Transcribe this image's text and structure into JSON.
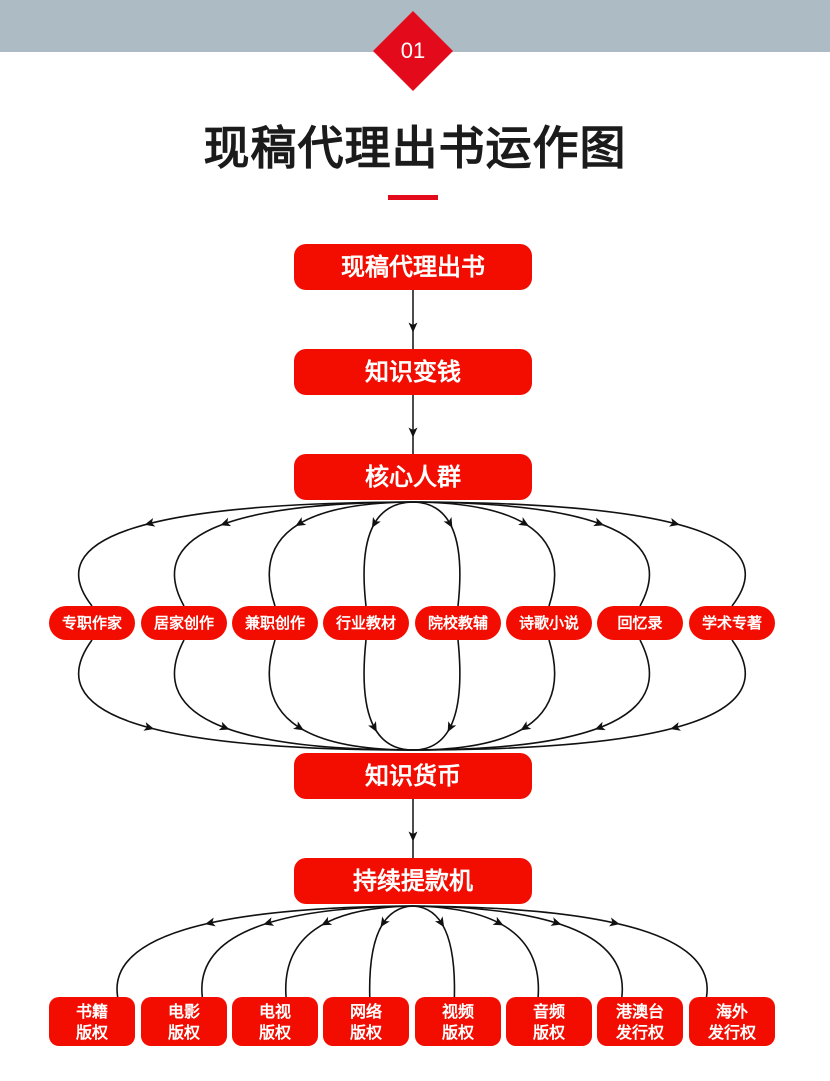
{
  "badge": {
    "number": "01",
    "color": "#e30b1b"
  },
  "title": "现稿代理出书运作图",
  "flow": {
    "step1": "现稿代理出书",
    "step2": "知识变钱",
    "step3": "核心人群",
    "step4": "知识货币",
    "step5": "持续提款机"
  },
  "audience": [
    "专职作家",
    "居家创作",
    "兼职创作",
    "行业教材",
    "院校教辅",
    "诗歌小说",
    "回忆录",
    "学术专著"
  ],
  "rights": [
    {
      "line1": "书籍",
      "line2": "版权"
    },
    {
      "line1": "电影",
      "line2": "版权"
    },
    {
      "line1": "电视",
      "line2": "版权"
    },
    {
      "line1": "网络",
      "line2": "版权"
    },
    {
      "line1": "视频",
      "line2": "版权"
    },
    {
      "line1": "音频",
      "line2": "版权"
    },
    {
      "line1": "港澳台",
      "line2": "发行权"
    },
    {
      "line1": "海外",
      "line2": "发行权"
    }
  ],
  "colors": {
    "node": "#f20d00",
    "header_band": "#adbcc4",
    "title": "#1b1b1b"
  }
}
